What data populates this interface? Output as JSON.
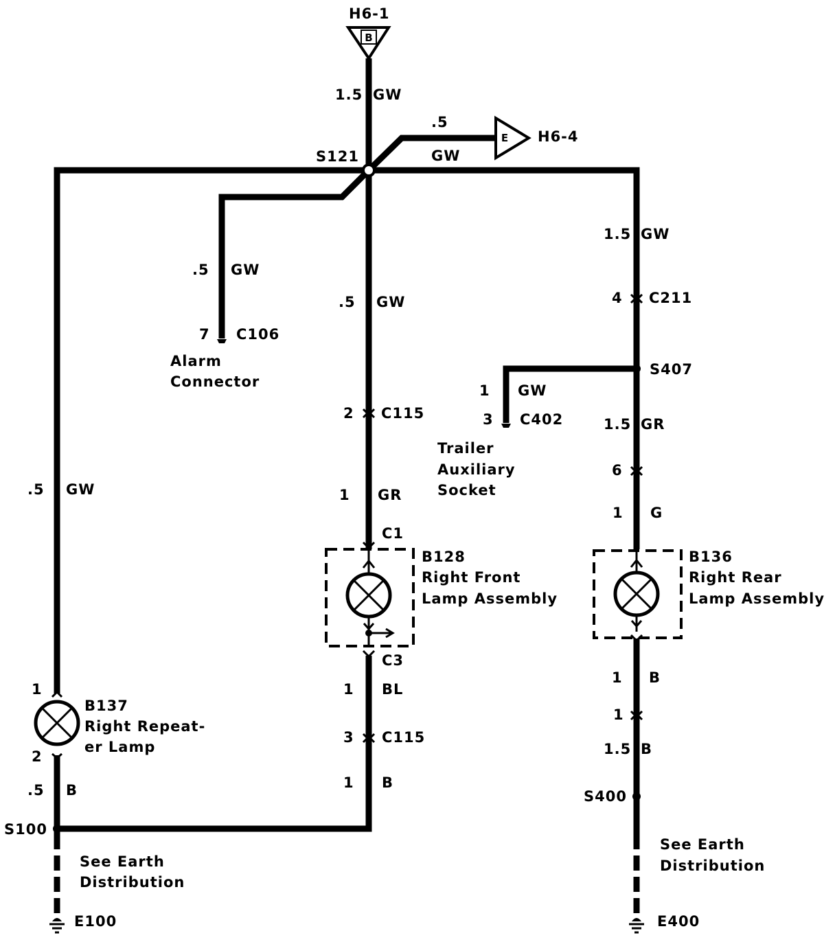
{
  "connectors": {
    "top_source": {
      "id": "H6-1",
      "pin": "B"
    },
    "right_dest": {
      "id": "H6-4",
      "pin": "E"
    }
  },
  "splices": [
    "S121",
    "S407",
    "S100",
    "S400"
  ],
  "wires": [
    {
      "size": "1.5",
      "color": "GW"
    },
    {
      "size": ".5",
      "color": "GW"
    },
    {
      "size": ".5",
      "color": "GW"
    },
    {
      "size": ".5",
      "color": "GW"
    },
    {
      "size": ".5",
      "color": "GW"
    },
    {
      "size": "1.5",
      "color": "GW"
    },
    {
      "size": "1",
      "color": "GW"
    },
    {
      "size": "1.5",
      "color": "GR"
    },
    {
      "size": "1",
      "color": "G"
    },
    {
      "size": "1",
      "color": "GR"
    },
    {
      "size": "1",
      "color": "BL"
    },
    {
      "size": "1",
      "color": "B"
    },
    {
      "size": ".5",
      "color": "B"
    },
    {
      "size": "1",
      "color": "B"
    },
    {
      "size": "1.5",
      "color": "B"
    }
  ],
  "pins": [
    {
      "pin": "7",
      "conn": "C106"
    },
    {
      "pin": "2",
      "conn": "C115"
    },
    {
      "pin": "4",
      "conn": "C211"
    },
    {
      "pin": "3",
      "conn": "C402"
    },
    {
      "pin": "6",
      "conn": ""
    },
    {
      "pin": "3",
      "conn": "C115"
    },
    {
      "pin": "1",
      "conn": ""
    },
    {
      "pin": "1",
      "conn": ""
    },
    {
      "pin": "2",
      "conn": ""
    },
    {
      "pin": "",
      "conn": "C1"
    },
    {
      "pin": "",
      "conn": "C3"
    }
  ],
  "components": {
    "alarm": {
      "name": "Alarm",
      "name2": "Connector"
    },
    "trailer": {
      "line1": "Trailer",
      "line2": "Auxiliary",
      "line3": "Socket"
    },
    "b128": {
      "id": "B128",
      "line1": "Right Front",
      "line2": "Lamp Assembly"
    },
    "b136": {
      "id": "B136",
      "line1": "Right Rear",
      "line2": "Lamp Assembly"
    },
    "b137": {
      "id": "B137",
      "line1": "Right Repeat-",
      "line2": "er Lamp"
    }
  },
  "earth": {
    "left": {
      "note1": "See Earth",
      "note2": "Distribution",
      "ground": "E100"
    },
    "right": {
      "note1": "See Earth",
      "note2": "Distribution",
      "ground": "E400"
    }
  }
}
